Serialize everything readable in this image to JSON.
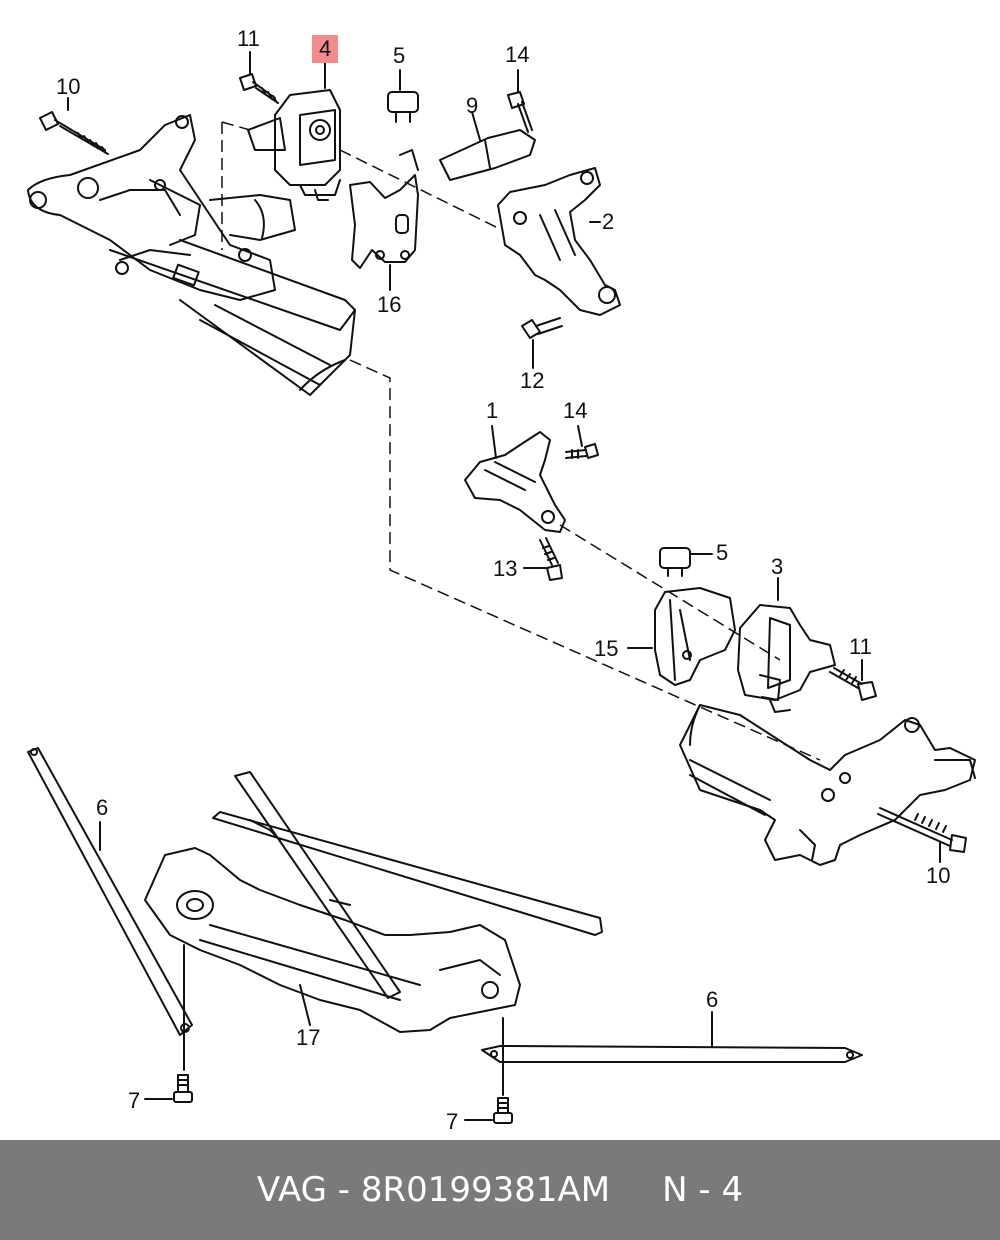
{
  "diagram": {
    "callouts": {
      "c11a": "11",
      "c4": "4",
      "c5a": "5",
      "c14a": "14",
      "c10a": "10",
      "c9": "9",
      "c2": "2",
      "c16": "16",
      "c12": "12",
      "c1": "1",
      "c14b": "14",
      "c13": "13",
      "c5b": "5",
      "c3": "3",
      "c15": "15",
      "c11b": "11",
      "c10b": "10",
      "c6a": "6",
      "c17": "17",
      "c6b": "6",
      "c7a": "7",
      "c7b": "7"
    },
    "highlight_color": "#f28b8b"
  },
  "footer": {
    "part_label": "VAG - 8R0199381AM",
    "position_label": "N - 4",
    "background": "#7a7a7a"
  }
}
